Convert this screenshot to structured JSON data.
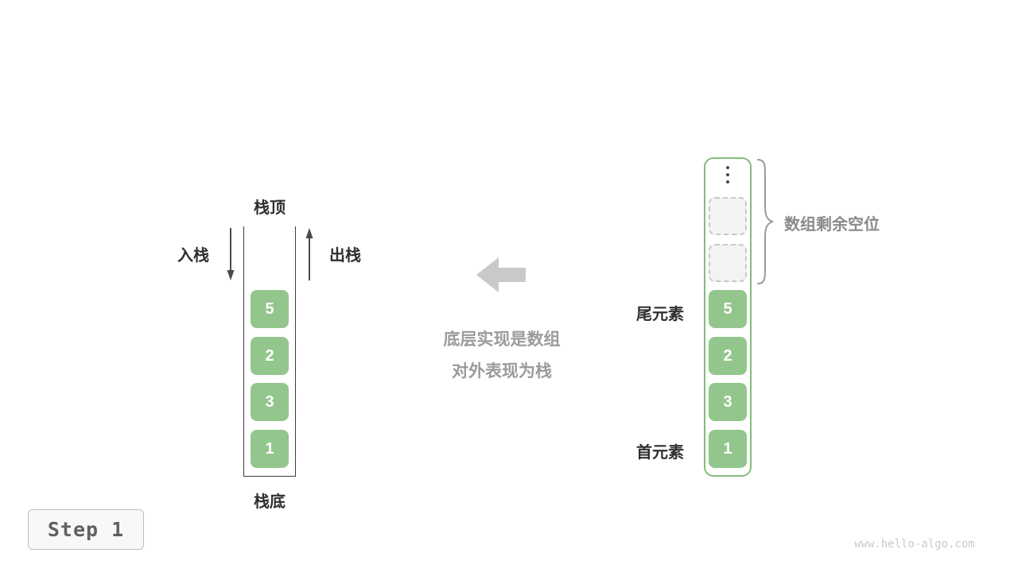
{
  "page": {
    "step_label": "Step 1",
    "watermark": "www.hello-algo.com"
  },
  "colors": {
    "cell_green": "#93c68c",
    "cell_text": "#ffffff",
    "array_border_green": "#85bb7d",
    "empty_slot_fill": "#f3f3f3",
    "empty_slot_border": "#c8c8c8",
    "block_arrow_gray": "#c9c9c9",
    "caption_gray": "#9b9b9b",
    "label_dark": "#2f2f2f",
    "background": "#ffffff"
  },
  "stack": {
    "top_label": "栈顶",
    "bottom_label": "栈底",
    "push_label": "入栈",
    "pop_label": "出栈",
    "values": [
      "5",
      "2",
      "3",
      "1"
    ]
  },
  "caption": {
    "line1": "底层实现是数组",
    "line2": "对外表现为栈"
  },
  "array": {
    "values": [
      "5",
      "2",
      "3",
      "1"
    ],
    "empty_slot_count": 2,
    "tail_label": "尾元素",
    "head_label": "首元素",
    "brace_label": "数组剩余空位"
  }
}
